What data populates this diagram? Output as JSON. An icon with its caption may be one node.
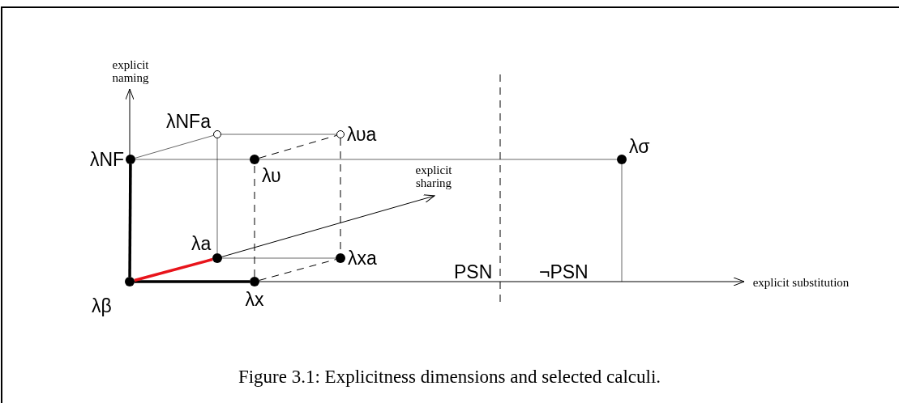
{
  "diagram": {
    "caption": "Figure 3.1: Explicitness dimensions and selected calculi.",
    "nodes": [
      {
        "text": [],
        "shape": "dot",
        "beside": [
          "λβ"
        ]
      },
      {
        "text": [],
        "shape": "dot",
        "beside": [
          "λx"
        ]
      },
      {
        "text": [],
        "shape": "dot",
        "beside": [
          "λa"
        ]
      },
      {
        "text": [],
        "shape": "dot",
        "beside": [
          "λxa"
        ]
      },
      {
        "text": [],
        "shape": "dot",
        "beside": [
          "λNF"
        ]
      },
      {
        "text": [],
        "shape": "dot",
        "beside": [
          "λυ"
        ]
      },
      {
        "text": [],
        "shape": "circle",
        "beside": [
          "λNFa"
        ]
      },
      {
        "text": [],
        "shape": "circle",
        "beside": [
          "λυa"
        ]
      },
      {
        "text": [],
        "shape": "dot",
        "beside": [
          "λσ"
        ]
      }
    ],
    "edges": [
      {
        "from": 0,
        "to": 1,
        "arrow": "none",
        "style": "thick"
      },
      {
        "from": 0,
        "to": 2,
        "arrow": "none",
        "style": "thick",
        "color": "#e8141b"
      },
      {
        "from": 0,
        "to": 4,
        "arrow": "none",
        "style": "thick"
      },
      {
        "from": 4,
        "to": 6,
        "arrow": "none"
      },
      {
        "from": 6,
        "to": 7,
        "arrow": "none"
      },
      {
        "from": 6,
        "to": 2,
        "arrow": "none"
      },
      {
        "from": 2,
        "to": 3,
        "arrow": "none"
      },
      {
        "from": 4,
        "to": 5,
        "arrow": "none"
      },
      {
        "from": 5,
        "to": 8,
        "arrow": "none"
      },
      {
        "from": 5,
        "to": 7,
        "arrow": "none",
        "style": "dashed"
      },
      {
        "from": 7,
        "to": 3,
        "arrow": "none",
        "style": "dashed"
      },
      {
        "from": 1,
        "to": 3,
        "arrow": "none",
        "style": "dashed"
      },
      {
        "from": 1,
        "to": 5,
        "arrow": "none",
        "style": "dashed"
      },
      {
        "from": 8,
        "to": null,
        "arrow": "none"
      }
    ],
    "labels": [
      "explicit naming",
      "explicit sharing",
      "PSN",
      "¬PSN",
      "explicit substitution"
    ]
  }
}
